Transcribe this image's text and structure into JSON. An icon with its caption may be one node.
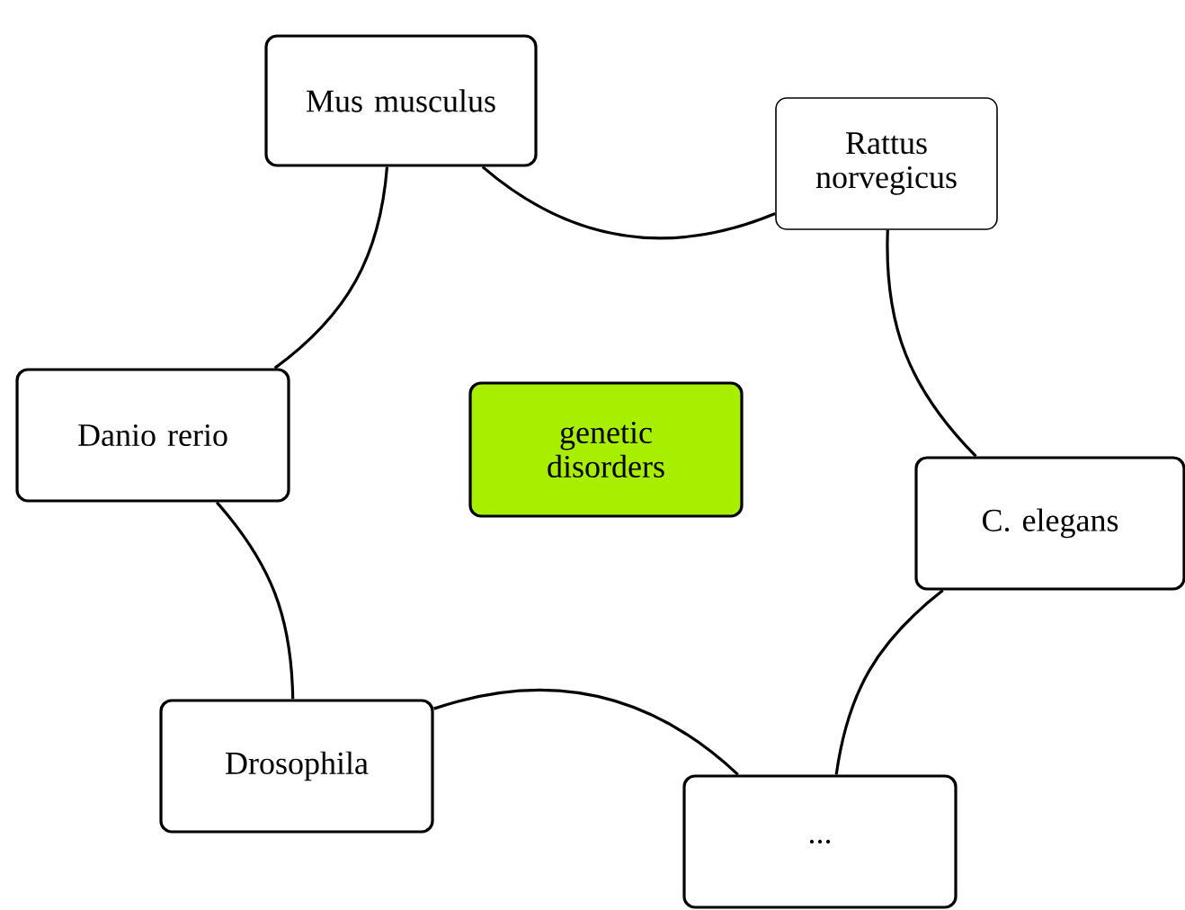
{
  "diagram": {
    "nodes": [
      {
        "text": [
          "Mus musculus"
        ]
      },
      {
        "text": [
          "Rattus norvegicus"
        ]
      },
      {
        "text": [
          "Danio rerio"
        ]
      },
      {
        "text": [
          "genetic disorders"
        ]
      },
      {
        "text": [
          "C. elegans"
        ]
      },
      {
        "text": [
          "Drosophila"
        ]
      },
      {
        "text": [
          "..."
        ]
      }
    ],
    "edges": [
      {
        "from": 0,
        "to": 1,
        "arrow": "none"
      },
      {
        "from": 1,
        "to": 4,
        "arrow": "none"
      },
      {
        "from": 4,
        "to": 6,
        "arrow": "none"
      },
      {
        "from": 6,
        "to": 5,
        "arrow": "none"
      },
      {
        "from": 5,
        "to": 2,
        "arrow": "none"
      },
      {
        "from": 2,
        "to": 0,
        "arrow": "none"
      }
    ]
  }
}
